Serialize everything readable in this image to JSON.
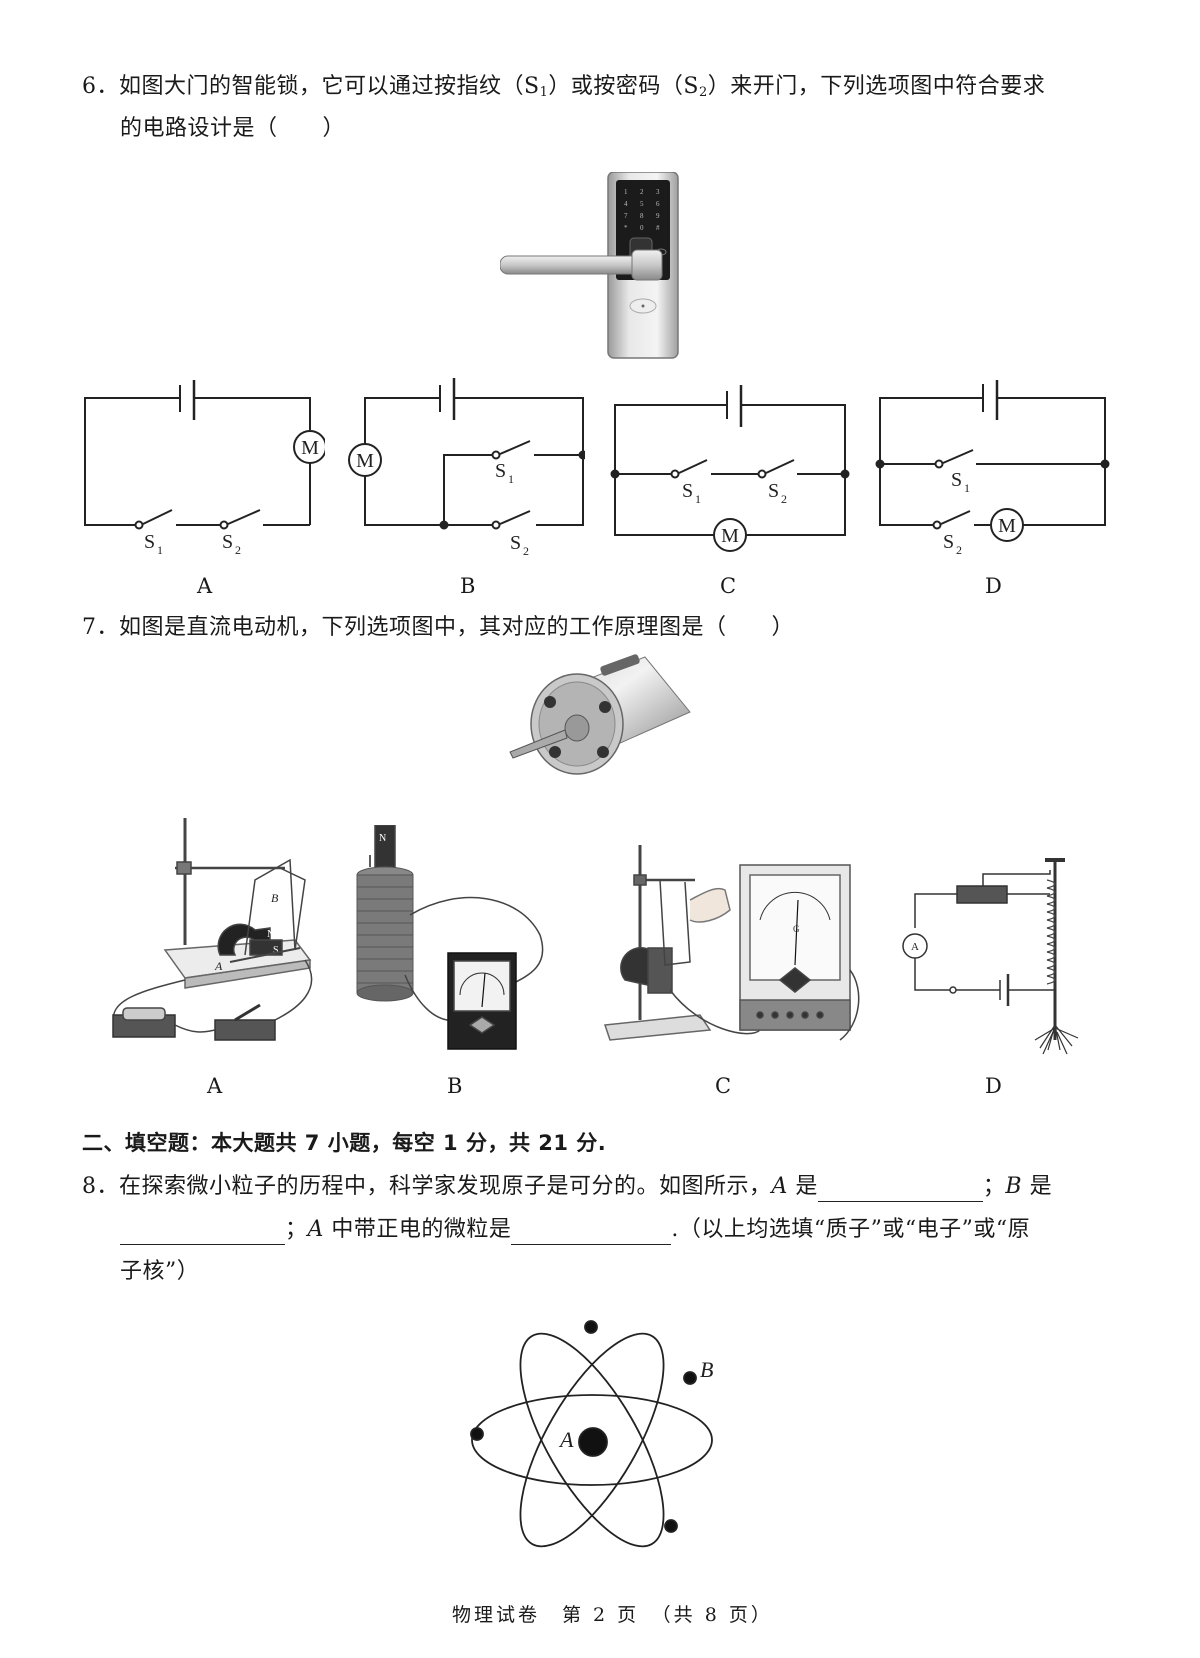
{
  "q6": {
    "number": "6．",
    "line1_a": "如图大门的智能锁，它可以通过按指纹（S",
    "line1_sub1": "1",
    "line1_b": "）或按密码（S",
    "line1_sub2": "2",
    "line1_c": "）来开门，下列选项图中符合要求",
    "line2": "的电路设计是（　　）",
    "circuit_labels": {
      "s": "S",
      "sub1": "1",
      "sub2": "2",
      "motor": "M"
    },
    "options": [
      "A",
      "B",
      "C",
      "D"
    ]
  },
  "q7": {
    "number": "7．",
    "text": "如图是直流电动机，下列选项图中，其对应的工作原理图是（　　）",
    "options": [
      "A",
      "B",
      "C",
      "D"
    ],
    "figA_labels": {
      "n": "N",
      "s": "S",
      "a": "A",
      "b": "B"
    },
    "figB_labels": {
      "n": "N"
    },
    "figC_labels": {
      "g": "G"
    },
    "figD_labels": {
      "ammeter": "A"
    }
  },
  "section2": {
    "heading": "二、填空题：本大题共 7 小题，每空 1 分，共 21 分."
  },
  "q8": {
    "number": "8．",
    "line1_a": "在探索微小粒子的历程中，科学家发现原子是可分的。如图所示，",
    "label_a": "A",
    "line1_b": " 是",
    "sep": "；",
    "label_b": "B",
    "line1_c": " 是",
    "line2_a": "；",
    "line2_b": " 中带正电的微粒是",
    "line2_c": ".（以上均选填“质子”或“电子”或“原",
    "line3": "子核”）",
    "atom_labels": {
      "a": "A",
      "b": "B"
    }
  },
  "footer": {
    "text": "物理试卷　第 2 页　（共 8 页）"
  }
}
